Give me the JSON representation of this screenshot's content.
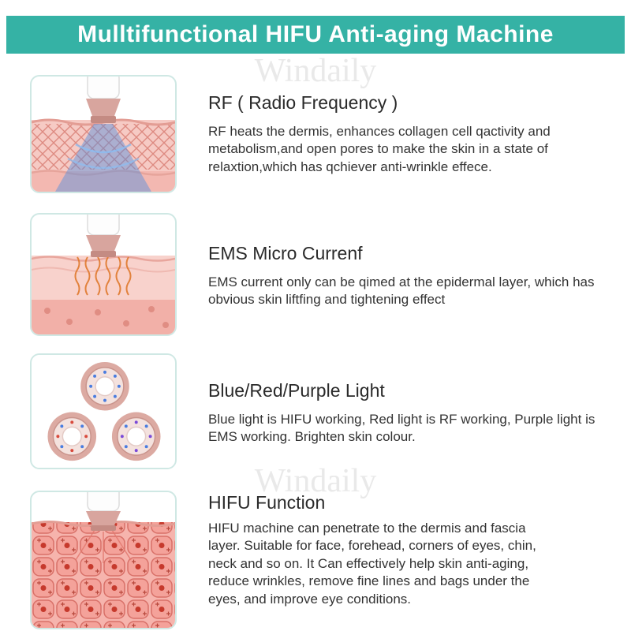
{
  "header": {
    "title": "Mulltifunctional HIFU Anti-aging Machine"
  },
  "watermark": {
    "text": "Windaily"
  },
  "colors": {
    "banner_teal": "#35b2a5",
    "image_border": "#cfe8e4",
    "skin_pink": "#f6cac4",
    "device_rose_gold": "#d8a59e",
    "rf_light_blue": "#4f8fe0",
    "ems_current_orange": "#e07a2e"
  },
  "sections": [
    {
      "id": "rf",
      "illustration": "device-on-skin-with-blue-rf-light",
      "title": "RF ( Radio Frequency )",
      "body": "RF heats the dermis, enhances collagen cell qactivity and metabolism,and open pores to make the skin in a state of relaxtion,which has qchiever anti-wrinkle effece."
    },
    {
      "id": "ems",
      "illustration": "device-on-skin-with-micro-current",
      "title": "EMS Micro Currenf",
      "body": "EMS current only can be qimed at the epidermal layer, which has obvious skin liftfing and tightening effect"
    },
    {
      "id": "light",
      "illustration": "three-device-heads-with-led-lights",
      "title": "Blue/Red/Purple Light",
      "body": "Blue light is HIFU working, Red light is RF working, Purple light is EMS working. Brighten skin colour."
    },
    {
      "id": "hifu",
      "illustration": "device-on-skin-cell-layer",
      "title": "HIFU Function",
      "body": "HIFU machine can penetrate to the dermis and fascia layer. Suitable for face, forehead, corners of eyes, chin, neck and so on. It Can effectively help skin anti-aging, reduce wrinkles, remove fine lines and bags under the eyes, and improve eye conditions."
    }
  ]
}
